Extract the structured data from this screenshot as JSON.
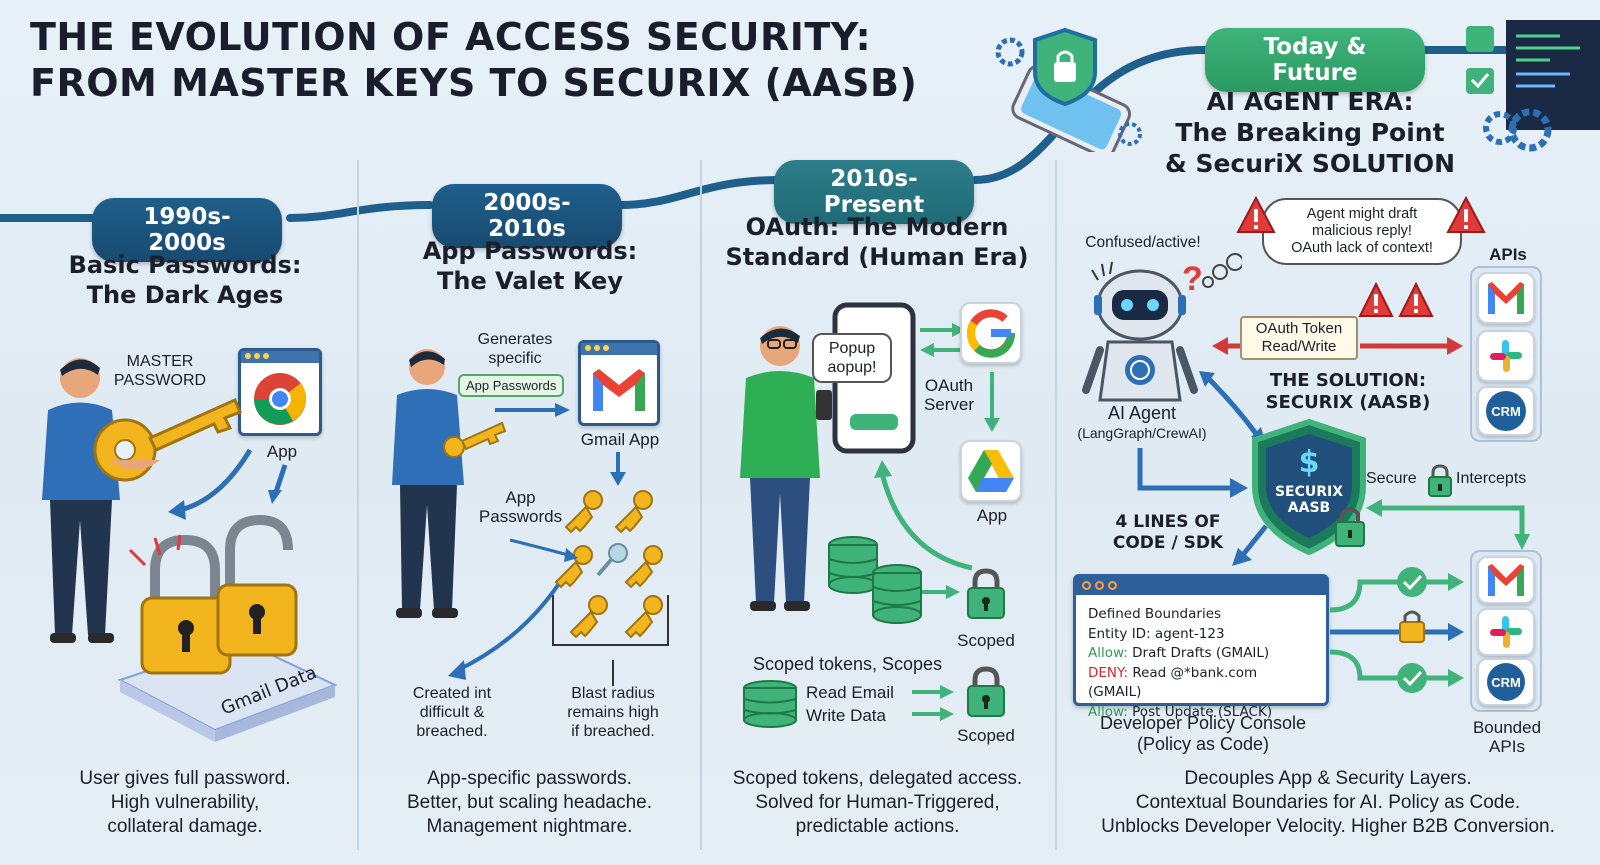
{
  "title_line1": "THE EVOLUTION OF ACCESS SECURITY:",
  "title_line2": "FROM MASTER KEYS TO SECURIX (AASB)",
  "colors": {
    "navy": "#1f5f8b",
    "green": "#3fb37a",
    "gold": "#f2b51d",
    "red": "#d02828"
  },
  "era1": {
    "pill": "1990s-2000s",
    "title1": "Basic Passwords:",
    "title2": "The Dark Ages",
    "master1": "MASTER",
    "master2": "PASSWORD",
    "app": "App",
    "gmail": "Gmail Data",
    "cap1": "User gives full password.",
    "cap2": "High vulnerability,",
    "cap3": "collateral damage."
  },
  "era2": {
    "pill": "2000s-2010s",
    "title1": "App Passwords:",
    "title2": "The Valet Key",
    "gen1": "Generates",
    "gen2": "specific",
    "tag": "App Passwords",
    "gmail_app": "Gmail App",
    "ap1": "App",
    "ap2": "Passwords",
    "created1": "Created int",
    "created2": "difficult &",
    "created3": "breached.",
    "blast1": "Blast radius",
    "blast2": "remains high",
    "blast3": "if breached.",
    "cap1": "App-specific passwords.",
    "cap2": "Better, but scaling headache.",
    "cap3": "Management nightmare."
  },
  "era3": {
    "pill": "2010s-Present",
    "title1": "OAuth: The Modern",
    "title2": "Standard (Human Era)",
    "popup1": "Popup",
    "popup2": "aopup!",
    "oauth1": "OAuth",
    "oauth2": "Server",
    "app": "App",
    "scoped": "Scoped",
    "scopes_title": "Scoped tokens, Scopes",
    "read": "Read Email",
    "write": "Write Data",
    "scoped2": "Scoped",
    "cap1": "Scoped tokens, delegated access.",
    "cap2": "Solved for Human-Triggered,",
    "cap3": "predictable actions."
  },
  "era4": {
    "pill": "Today & Future",
    "title1": "AI AGENT ERA:",
    "title2": "The Breaking Point",
    "title3": "& SecuriX SOLUTION",
    "confused": "Confused/active!",
    "bubble1": "Agent might draft",
    "bubble2": "malicious reply!",
    "bubble3": "OAuth lack of context!",
    "apis": "APIs",
    "token1": "OAuth Token",
    "token2": "Read/Write",
    "agent1": "AI Agent",
    "agent2": "(LangGraph/CrewAI)",
    "solution1": "THE SOLUTION:",
    "solution2": "SECURIX (AASB)",
    "shield1": "SECURIX",
    "shield2": "AASB",
    "secure": "Secure",
    "intercepts": "Intercepts",
    "lines1": "4 LINES OF",
    "lines2": "CODE / SDK",
    "console": {
      "l1": "Defined Boundaries",
      "l2": "Entity ID: agent-123",
      "l3k": "Allow:",
      "l3v": " Draft Drafts (GMAIL)",
      "l4k": "DENY:",
      "l4v": " Read @*bank.com (GMAIL)",
      "l5k": "Allow:",
      "l5v": " Post Update (SLACK)"
    },
    "dev1": "Developer Policy Console",
    "dev2": "(Policy as Code)",
    "bounded1": "Bounded",
    "bounded2": "APIs",
    "crm": "CRM",
    "cap1": "Decouples App & Security Layers.",
    "cap2": "Contextual Boundaries for AI. Policy as Code.",
    "cap3": "Unblocks Developer Velocity. Higher B2B Conversion."
  }
}
